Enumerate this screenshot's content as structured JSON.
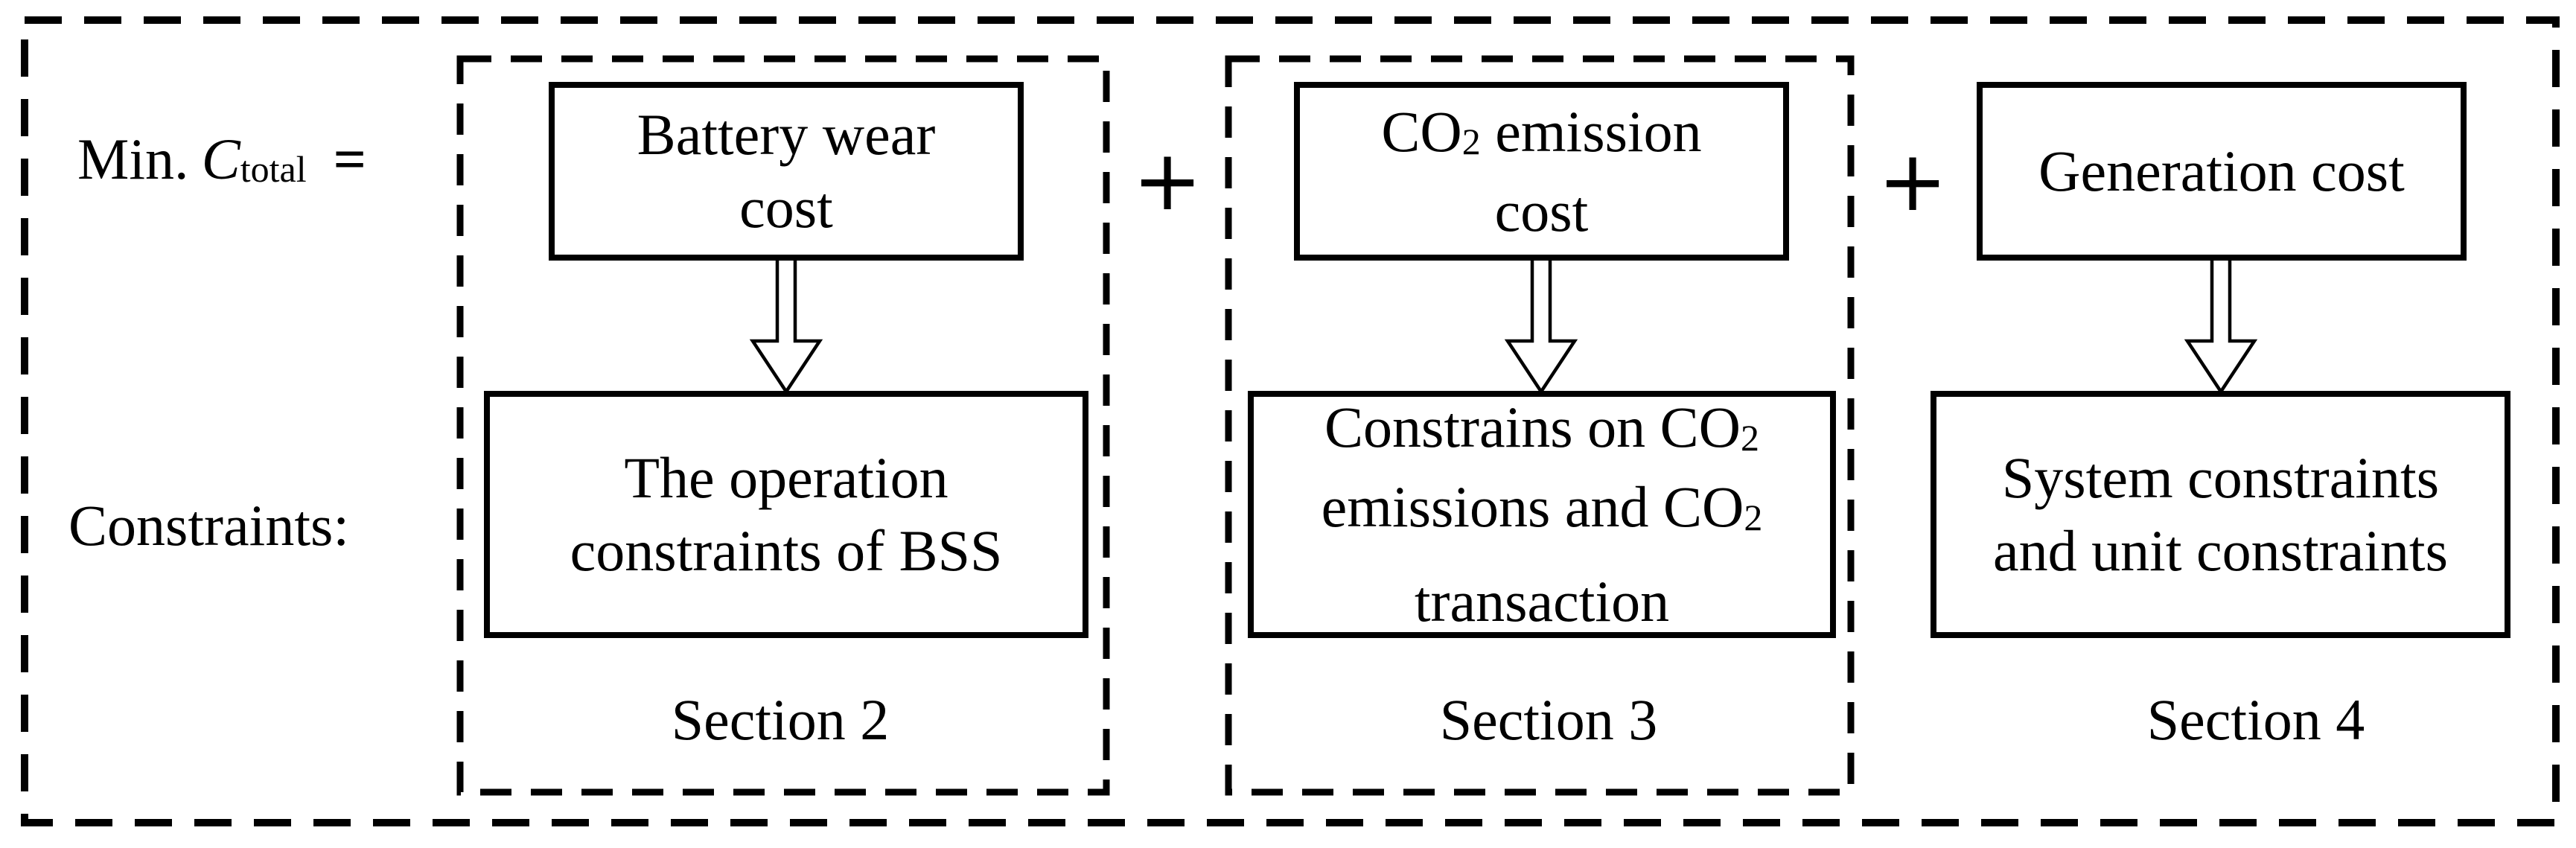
{
  "equation": {
    "prefix": "Min.",
    "variable": "C",
    "subscript": "total",
    "equals": "="
  },
  "constraints_label": "Constraints:",
  "plus_operator": "+",
  "columns": [
    {
      "cost": {
        "line1": "Battery wear",
        "line2": "cost"
      },
      "constraint": {
        "line1": "The operation",
        "line2": "constraints of BSS"
      },
      "section": "Section 2"
    },
    {
      "cost": {
        "line1_prefix": "CO",
        "line1_sub": "2",
        "line1_suffix": "emission",
        "line2": "cost"
      },
      "constraint": {
        "line1_prefix": "Constrains on CO",
        "line1_sub": "2",
        "line2_prefix": "emissions and CO",
        "line2_sub": "2",
        "line3": "transaction"
      },
      "section": "Section 3"
    },
    {
      "cost": {
        "line1": "Generation cost"
      },
      "constraint": {
        "line1": "System constraints",
        "line2": "and unit constraints"
      },
      "section": "Section 4"
    }
  ]
}
